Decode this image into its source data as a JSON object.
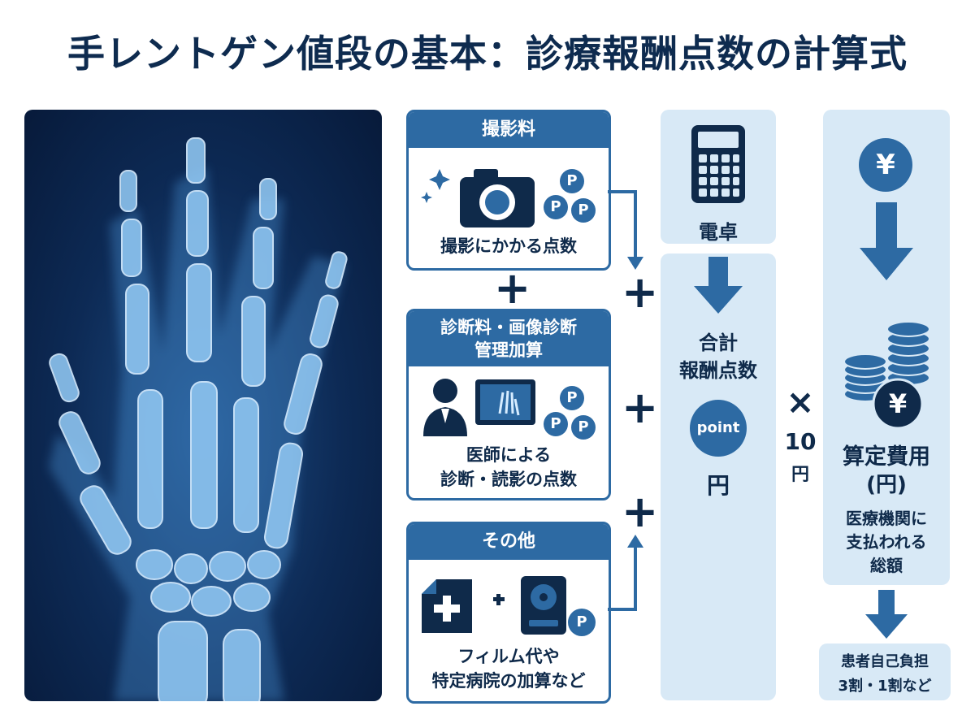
{
  "title": "手レントゲン値段の基本：診療報酬点数の計算式",
  "boxes": {
    "imaging": {
      "header": "撮影料",
      "caption": "撮影にかかる点数"
    },
    "diagnosis": {
      "header_line1": "診断料・画像診断",
      "header_line2": "管理加算",
      "caption_line1": "医師による",
      "caption_line2": "診断・読影の点数"
    },
    "other": {
      "header": "その他",
      "caption_line1": "フィルム代や",
      "caption_line2": "特定病院の加算など"
    }
  },
  "coin_letter": "P",
  "calc": {
    "label": "電卓",
    "total_line1": "合計",
    "total_line2": "報酬点数",
    "point_label": "point",
    "yen_label": "円"
  },
  "multiplier": {
    "symbol": "×",
    "value": "10",
    "unit": "円"
  },
  "fee": {
    "yen_symbol": "¥",
    "title_line1": "算定費用",
    "title_line2": "(円)",
    "desc_line1": "医療機関に",
    "desc_line2": "支払われる",
    "desc_line3": "総額"
  },
  "patient": {
    "line1": "患者自己負担",
    "line2": "3割・1割など"
  },
  "operators": {
    "plus": "+"
  },
  "colors": {
    "navy": "#0f2a4a",
    "accent_blue": "#2d6aa3",
    "panel_bg": "#d8e9f6",
    "xray_bg": "#0d2a55"
  }
}
